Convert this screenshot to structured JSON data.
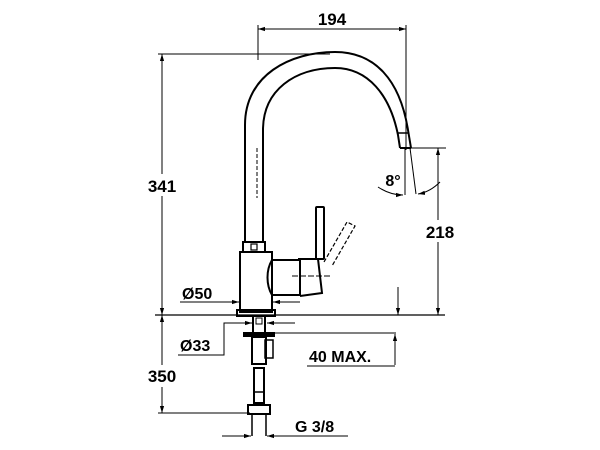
{
  "diagram": {
    "subject": "kitchen faucet dimension drawing",
    "colors": {
      "line": "#000000",
      "background": "#ffffff"
    },
    "dimensions": {
      "spout_reach": "194",
      "total_height": "341",
      "spout_angle": "8°",
      "spout_outlet_height": "218",
      "body_diameter": "Ø50",
      "mounting_diameter": "Ø33",
      "max_countertop_thickness": "40 MAX.",
      "hose_length": "350",
      "connection_thread": "G 3/8"
    }
  }
}
